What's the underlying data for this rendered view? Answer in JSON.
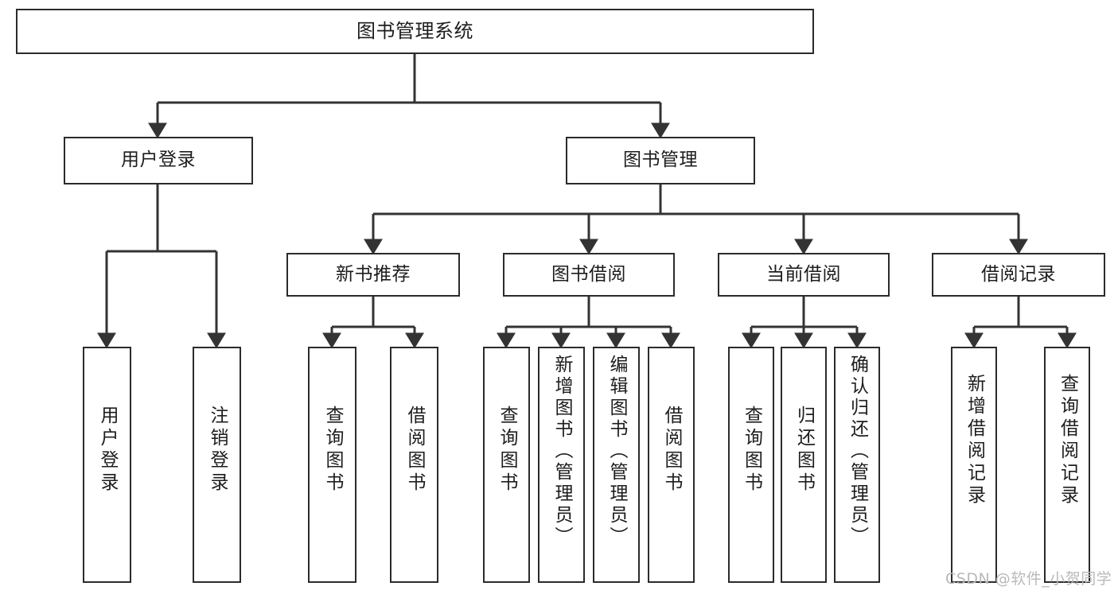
{
  "diagram": {
    "title": "图书管理系统",
    "type": "tree-hierarchy",
    "watermark": "CSDN @软件_小贺同学",
    "colors": {
      "box_border": "#2b2b2b",
      "box_fill": "#ffffff",
      "edge": "#333333",
      "text": "#1d1d1d",
      "watermark": "#b9b9b9"
    },
    "nodes": {
      "root": {
        "label": "图书管理系统"
      },
      "level2": [
        {
          "id": "user-login",
          "label": "用户登录"
        },
        {
          "id": "book-management",
          "label": "图书管理"
        }
      ],
      "level3": [
        {
          "id": "new-book-recommend",
          "label": "新书推荐"
        },
        {
          "id": "book-borrow",
          "label": "图书借阅"
        },
        {
          "id": "current-borrow",
          "label": "当前借阅"
        },
        {
          "id": "borrow-record",
          "label": "借阅记录"
        }
      ],
      "leaves": [
        {
          "id": "leaf-user-login",
          "label": "用户登录",
          "parent": "user-login"
        },
        {
          "id": "leaf-user-logout",
          "label": "注销登录",
          "parent": "user-login"
        },
        {
          "id": "leaf-query-book-1",
          "label": "查询图书",
          "parent": "new-book-recommend"
        },
        {
          "id": "leaf-borrow-book-1",
          "label": "借阅图书",
          "parent": "new-book-recommend"
        },
        {
          "id": "leaf-query-book-2",
          "label": "查询图书",
          "parent": "book-borrow"
        },
        {
          "id": "leaf-add-book",
          "label": "新增图书（管理员）",
          "parent": "book-borrow"
        },
        {
          "id": "leaf-edit-book",
          "label": "编辑图书（管理员）",
          "parent": "book-borrow"
        },
        {
          "id": "leaf-borrow-book-2",
          "label": "借阅图书",
          "parent": "book-borrow"
        },
        {
          "id": "leaf-query-book-3",
          "label": "查询图书",
          "parent": "current-borrow"
        },
        {
          "id": "leaf-return-book",
          "label": "归还图书",
          "parent": "current-borrow"
        },
        {
          "id": "leaf-confirm-return",
          "label": "确认归还（管理员）",
          "parent": "current-borrow"
        },
        {
          "id": "leaf-add-record",
          "label": "新增借阅记录",
          "parent": "borrow-record"
        },
        {
          "id": "leaf-query-record",
          "label": "查询借阅记录",
          "parent": "borrow-record"
        }
      ]
    }
  }
}
